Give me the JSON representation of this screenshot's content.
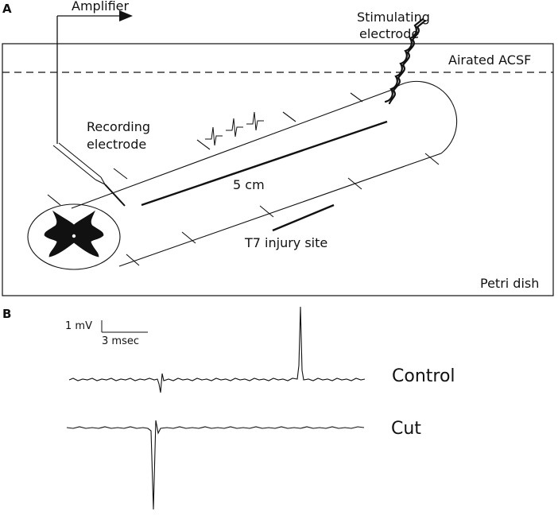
{
  "panel_a": {
    "letter": "A",
    "amplifier": "Amplifier",
    "stimulating_line1": "Stimulating",
    "stimulating_line2": "electrode",
    "airated": "Airated ACSF",
    "recording_line1": "Recording",
    "recording_line2": "electrode",
    "distance": "5 cm",
    "injury": "T7 injury site",
    "dish": "Petri dish"
  },
  "panel_b": {
    "letter": "B",
    "scale_v": "1 mV",
    "scale_t": "3 msec",
    "trace_control": "Control",
    "trace_cut": "Cut"
  }
}
